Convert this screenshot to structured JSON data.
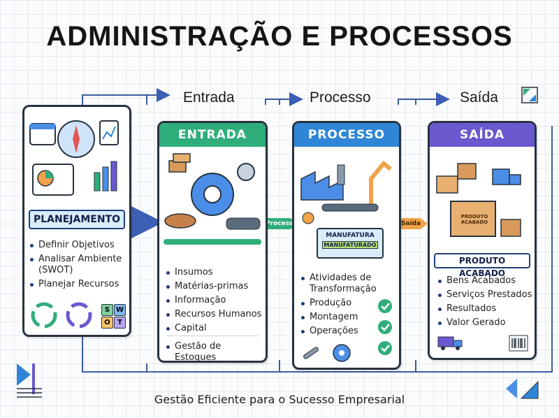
{
  "title": "ADMINISTRAÇÃO E PROCESSOS",
  "footer": "Gestão Eficiente para o Sucesso Empresarial",
  "stage_labels": {
    "entrada": "Entrada",
    "processo": "Processo",
    "saida": "Saída"
  },
  "planejamento": {
    "band": "PLANEJAMENTO",
    "items": [
      "Definir Objetivos",
      "Analisar Ambiente (SWOT)",
      "Planejar Recursos"
    ],
    "swot": [
      "S",
      "W",
      "O",
      "T"
    ]
  },
  "entrada": {
    "header": "ENTRADA",
    "items": [
      "Insumos",
      "Matérias-primas",
      "Informação",
      "Recursos Humanos",
      "Capital"
    ],
    "extra": "Gestão de Estoques"
  },
  "processo": {
    "header": "PROCESSO",
    "factory_sign_top": "MANUFATURA",
    "factory_sign_bottom": "MANUFATURADO",
    "items": [
      "Atividades de Transformação",
      "Produção",
      "Montagem",
      "Operações"
    ]
  },
  "saida": {
    "header": "SAÍDA",
    "box_label": "PRODUTO ACABADO",
    "band": "PRODUTO ACABADO",
    "items": [
      "Bens Acabados",
      "Serviços Prestados",
      "Resultados",
      "Valor Gerado"
    ]
  },
  "connectors": {
    "processo": "Processo",
    "saida": "Saída"
  },
  "colors": {
    "entrada": "#2fae7b",
    "processo": "#2f86d6",
    "saida": "#6a58cf",
    "planejamento_band": "#d9ecfa"
  }
}
